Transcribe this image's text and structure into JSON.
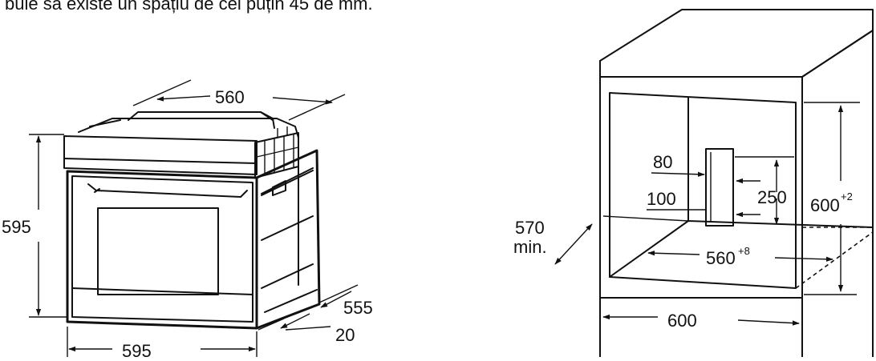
{
  "caption": "buie să existe un spațiu de cel puțin 45 de mm.",
  "oven": {
    "top_depth": "560",
    "height": "595",
    "width": "595",
    "depth": "555",
    "front_offset": "20"
  },
  "cavity": {
    "side_depth": "570",
    "side_depth_note": "min.",
    "vent_width": "80",
    "vent_offset": "100",
    "vent_height": "250",
    "inner_width": "560",
    "inner_width_tol": "+8",
    "height": "600",
    "height_tol": "+2",
    "outer_width": "600"
  }
}
